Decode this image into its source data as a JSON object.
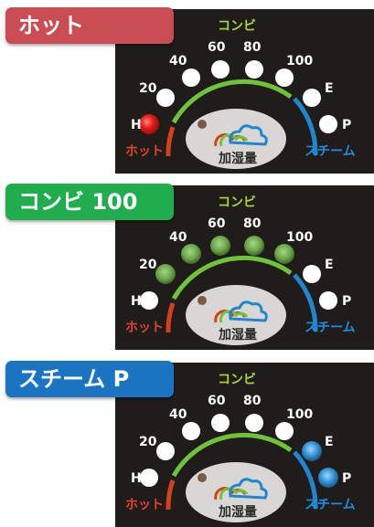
{
  "panels": [
    {
      "mode_label": "ホット",
      "tab_color": "#c84e54",
      "active_indicators": [
        "H"
      ]
    },
    {
      "mode_label": "コンビ 100",
      "tab_color": "#1fad4e",
      "active_indicators": [
        "40",
        "60",
        "80",
        "100"
      ]
    },
    {
      "mode_label": "スチーム P",
      "tab_color": "#1a74c2",
      "active_indicators": [
        "E",
        "P"
      ]
    }
  ],
  "dial": {
    "combi_label": "コンビ",
    "hot_label": "ホット",
    "steam_label": "スチーム",
    "humidify_label": "加湿量",
    "levels": {
      "H": "H",
      "20": "20",
      "40": "40",
      "60": "60",
      "80": "80",
      "100": "100",
      "E": "E",
      "P": "P"
    }
  },
  "colors": {
    "panel_bg": "#201c19",
    "arc_hot": "#d2401e",
    "arc_combi": "#6fc33a",
    "arc_steam": "#1f86cf",
    "label_combi": "#a8d53c",
    "label_hot": "#e0452b",
    "label_steam": "#1b8ee0",
    "led_off": "#ffffff",
    "led_hot": "#e21b1b",
    "led_combi": "#6da64b",
    "led_steam": "#2f8fd0"
  }
}
